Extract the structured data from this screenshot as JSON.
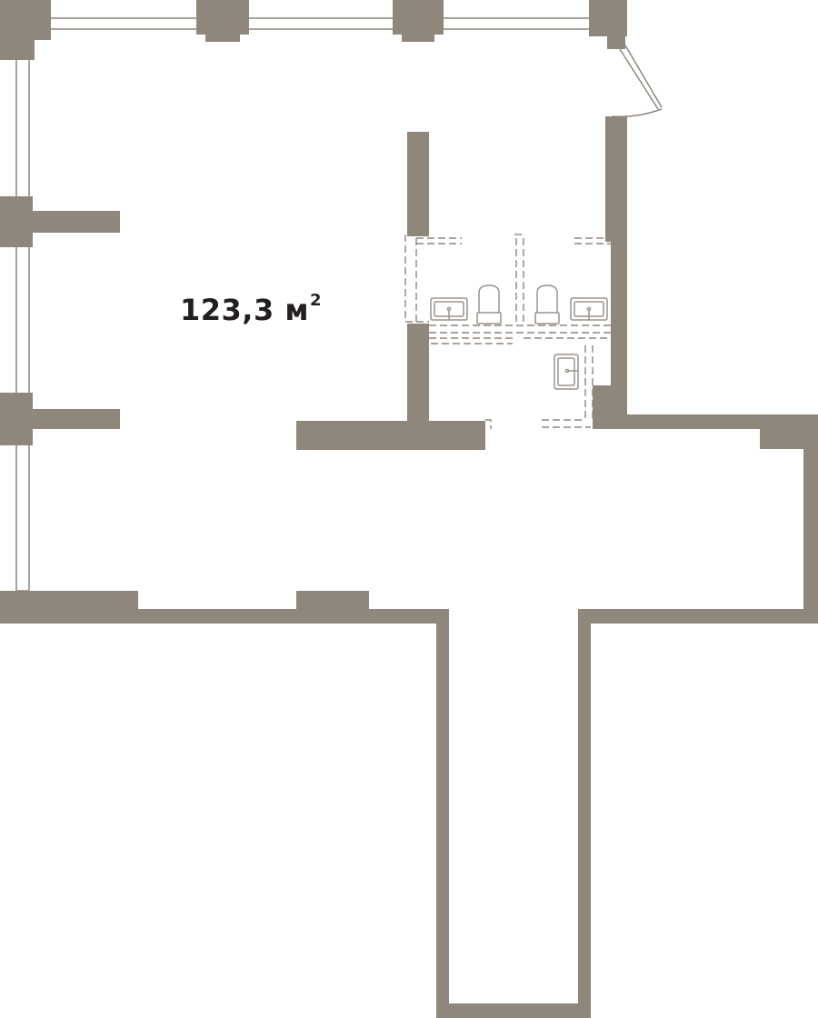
{
  "plan": {
    "area_value": "123,3",
    "area_unit": "м",
    "area_unit_exponent": "2",
    "wall_color": "#8f867c",
    "fixture_color": "#9a938c",
    "label_color": "#231f20"
  }
}
